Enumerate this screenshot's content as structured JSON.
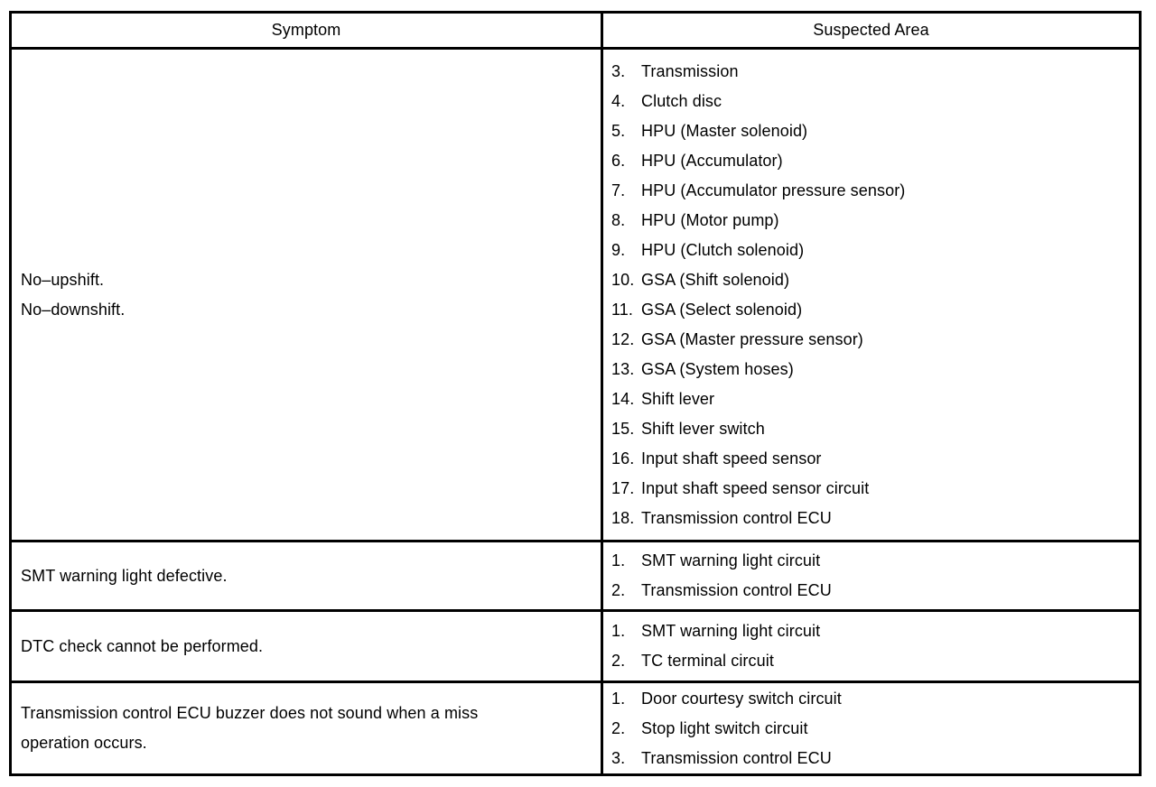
{
  "table": {
    "headers": {
      "symptom": "Symptom",
      "suspected_area": "Suspected Area"
    },
    "rows": [
      {
        "symptom_lines": [
          "No–upshift.",
          "No–downshift."
        ],
        "suspected": [
          {
            "num": "3.",
            "label": "Transmission"
          },
          {
            "num": "4.",
            "label": "Clutch disc"
          },
          {
            "num": "5.",
            "label": "HPU (Master solenoid)"
          },
          {
            "num": "6.",
            "label": "HPU (Accumulator)"
          },
          {
            "num": "7.",
            "label": "HPU (Accumulator pressure sensor)"
          },
          {
            "num": "8.",
            "label": "HPU (Motor pump)"
          },
          {
            "num": "9.",
            "label": "HPU (Clutch solenoid)"
          },
          {
            "num": "10.",
            "label": "GSA (Shift solenoid)"
          },
          {
            "num": "11.",
            "label": "GSA (Select solenoid)"
          },
          {
            "num": "12.",
            "label": "GSA (Master pressure sensor)"
          },
          {
            "num": "13.",
            "label": "GSA (System hoses)"
          },
          {
            "num": "14.",
            "label": "Shift lever"
          },
          {
            "num": "15.",
            "label": "Shift lever switch"
          },
          {
            "num": "16.",
            "label": "Input shaft speed sensor"
          },
          {
            "num": "17.",
            "label": "Input shaft speed sensor circuit"
          },
          {
            "num": "18.",
            "label": "Transmission control ECU"
          }
        ]
      },
      {
        "symptom_lines": [
          "SMT warning light defective."
        ],
        "suspected": [
          {
            "num": "1.",
            "label": "SMT warning light circuit"
          },
          {
            "num": "2.",
            "label": "Transmission control ECU"
          }
        ]
      },
      {
        "symptom_lines": [
          "DTC check cannot be performed."
        ],
        "suspected": [
          {
            "num": "1.",
            "label": "SMT warning light circuit"
          },
          {
            "num": "2.",
            "label": "TC terminal circuit"
          }
        ]
      },
      {
        "symptom_lines": [
          "Transmission control ECU buzzer does not sound when a miss",
          "operation occurs."
        ],
        "suspected": [
          {
            "num": "1.",
            "label": "Door courtesy switch circuit"
          },
          {
            "num": "2.",
            "label": "Stop light switch circuit"
          },
          {
            "num": "3.",
            "label": "Transmission control ECU"
          }
        ]
      }
    ]
  }
}
